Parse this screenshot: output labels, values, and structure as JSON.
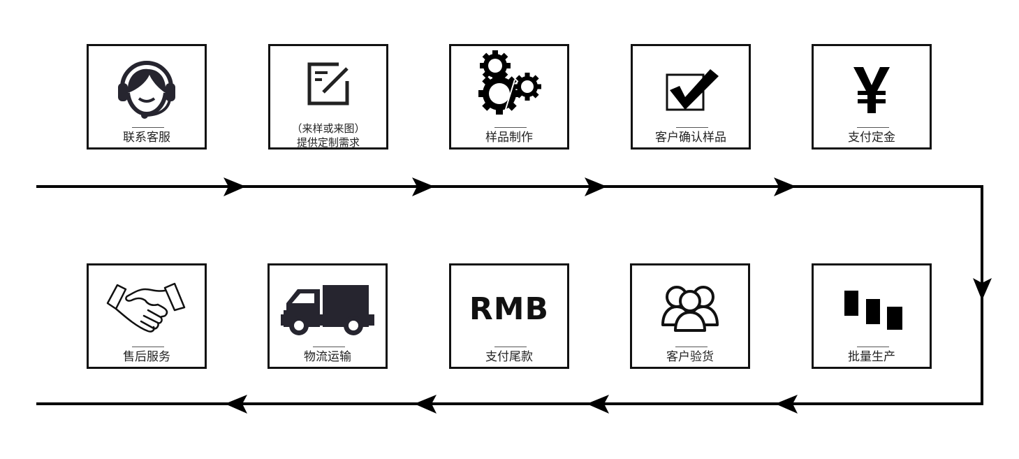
{
  "diagram": {
    "type": "process-flow",
    "direction": "left-to-right top row, then down, then right-to-left bottom row",
    "colors": {
      "line": "#000000",
      "box_border": "#111111",
      "icon": "#26252f",
      "text": "#222222"
    },
    "top_row": [
      {
        "id": 1,
        "icon": "customer-service-headset-icon",
        "label": "联系客服"
      },
      {
        "id": 2,
        "icon": "edit-document-icon",
        "label_line1": "（来样或来图）",
        "label_line2": "提供定制需求"
      },
      {
        "id": 3,
        "icon": "gears-icon",
        "label": "样品制作"
      },
      {
        "id": 4,
        "icon": "checkbox-check-icon",
        "label": "客户确认样品"
      },
      {
        "id": 5,
        "icon": "yen-icon",
        "icon_text": "¥",
        "label": "支付定金"
      }
    ],
    "bottom_row": [
      {
        "id": 6,
        "icon": "bars-production-icon",
        "label": "批量生产"
      },
      {
        "id": 7,
        "icon": "users-group-icon",
        "label": "客户验货"
      },
      {
        "id": 8,
        "icon": "rmb-text-icon",
        "icon_text": "RMB",
        "label": "支付尾款"
      },
      {
        "id": 9,
        "icon": "truck-icon",
        "label": "物流运输"
      },
      {
        "id": 10,
        "icon": "handshake-icon",
        "label": "售后服务"
      }
    ]
  }
}
